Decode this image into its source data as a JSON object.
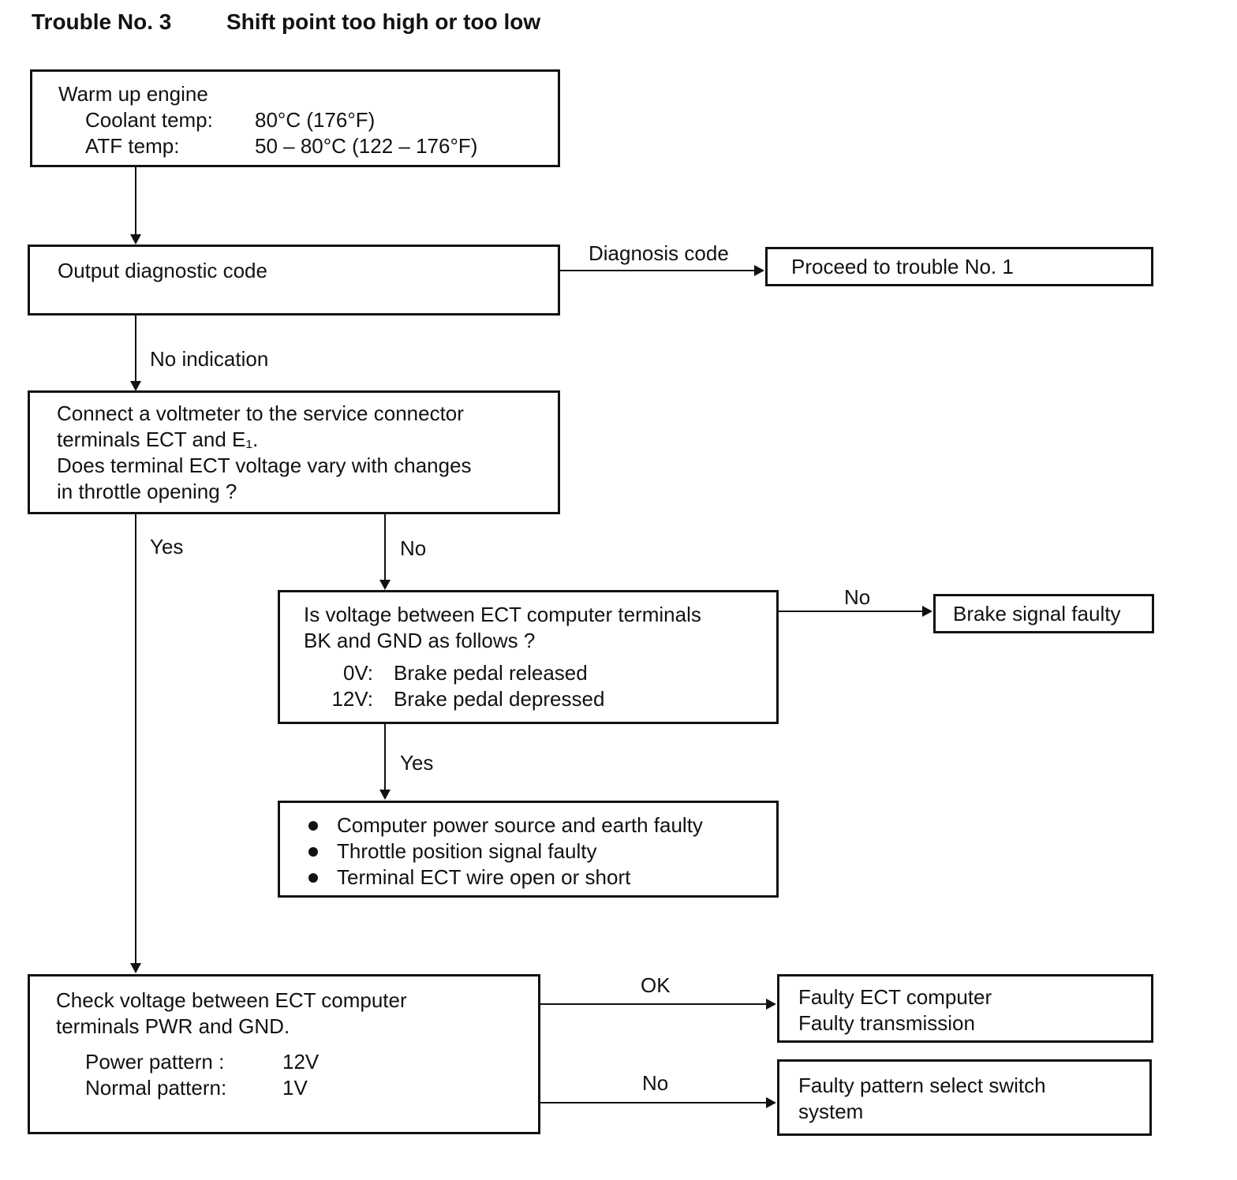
{
  "title": {
    "left": "Trouble No. 3",
    "right": "Shift point too high or too low"
  },
  "warm_up": {
    "heading": "Warm up engine",
    "rows": [
      {
        "label": "Coolant temp:",
        "value": "80°C (176°F)"
      },
      {
        "label": "ATF temp:",
        "value": "50 – 80°C (122 – 176°F)"
      }
    ]
  },
  "output": {
    "text": "Output diagnostic code"
  },
  "proceed": {
    "text": "Proceed to trouble No. 1"
  },
  "connect": {
    "text": "Connect a voltmeter to the service connector\nterminals ECT and E₁.\nDoes terminal ECT voltage vary with changes\nin throttle opening ?"
  },
  "bk_gnd": {
    "question": "Is voltage between ECT computer terminals\nBK and GND as follows ?",
    "entries": [
      {
        "v": "0V:",
        "d": "Brake pedal released"
      },
      {
        "v": "12V:",
        "d": "Brake pedal depressed"
      }
    ]
  },
  "brake": {
    "text": "Brake signal faulty"
  },
  "causes": {
    "items": [
      "Computer power source and earth faulty",
      "Throttle position signal faulty",
      "Terminal ECT wire open or short"
    ]
  },
  "check": {
    "heading": "Check voltage between ECT computer\nterminals PWR and GND.",
    "rows": [
      {
        "label": "Power pattern :",
        "value": "12V"
      },
      {
        "label": "Normal pattern:",
        "value": "1V"
      }
    ]
  },
  "faulty_ect": {
    "text": "Faulty ECT computer\nFaulty transmission"
  },
  "pattern_switch": {
    "text": "Faulty pattern select switch\nsystem"
  },
  "edges": {
    "diagnosis_code": "Diagnosis code",
    "no_indication": "No indication",
    "yes_left": "Yes",
    "no_center": "No",
    "no_brake": "No",
    "yes_center": "Yes",
    "ok": "OK",
    "no_bottom": "No"
  },
  "colors": {
    "ink": "#121212",
    "paper": "#ffffff"
  }
}
